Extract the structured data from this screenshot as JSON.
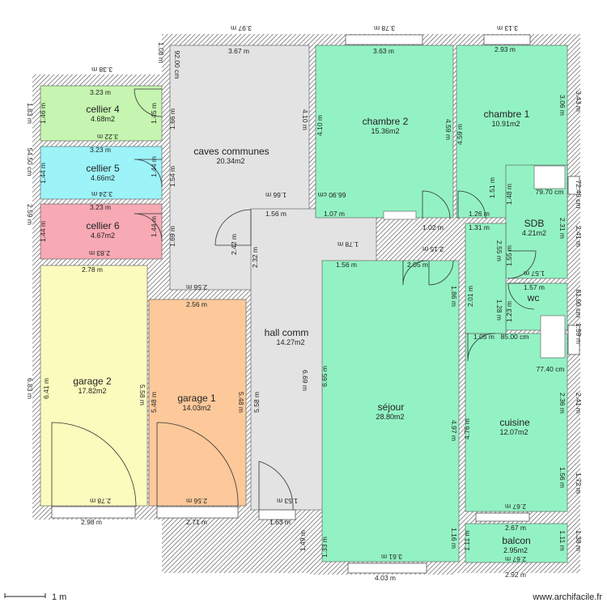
{
  "colors": {
    "wall_hatch": "#555555",
    "cellier4": "#c5f5b0",
    "cellier5": "#9cf3f8",
    "cellier6": "#f7a9b4",
    "garage2": "#fbfbbd",
    "garage1": "#fdc99a",
    "communes": "#e3e3e3",
    "living": "#93f2c4"
  },
  "rooms": {
    "cellier4": {
      "name": "cellier 4",
      "area": "4.68m2"
    },
    "cellier5": {
      "name": "cellier 5",
      "area": "4.66m2"
    },
    "cellier6": {
      "name": "cellier 6",
      "area": "4.67m2"
    },
    "caves": {
      "name": "caves communes",
      "area": "20.34m2"
    },
    "chambre2": {
      "name": "chambre 2",
      "area": "15.36m2"
    },
    "chambre1": {
      "name": "chambre 1",
      "area": "10.91m2"
    },
    "sdb": {
      "name": "SDB",
      "area": "4.21m2"
    },
    "wc": {
      "name": "wc",
      "area": ""
    },
    "hall": {
      "name": "hall comm",
      "area": "14.27m2"
    },
    "garage2": {
      "name": "garage 2",
      "area": "17.82m2"
    },
    "garage1": {
      "name": "garage 1",
      "area": "14.03m2"
    },
    "sejour": {
      "name": "séjour",
      "area": "28.80m2"
    },
    "cuisine": {
      "name": "cuisine",
      "area": "12.07m2"
    },
    "balcon": {
      "name": "balcon",
      "area": "2.95m2"
    }
  },
  "dims": {
    "top_397": "3.97 m",
    "top_378": "3.78 m",
    "top_313": "3.13 m",
    "top_367": "3.67 m",
    "top_363": "3.63 m",
    "top_293": "2.93 m",
    "c4_338": "3.38 m",
    "c4_323": "3.23 m",
    "c4_322": "3.22 m",
    "c5_323": "3.23 m",
    "c5_324": "3.24 m",
    "c6_323": "3.23 m",
    "c6_283": "2.83 m",
    "left_108": "1.08 m",
    "left_183": "1.83 m",
    "left_146": "1.46 m",
    "left_5450": "54.50 cm",
    "left_144a": "1.44 m",
    "left_259": "2.59 m",
    "left_144b": "1.44 m",
    "left_683": "6.83 m",
    "left_641": "6.41 m",
    "v_92cm": "92.00 cm",
    "v_145": "1.45 m",
    "v_166": "1.66 m",
    "v_144": "1.44 m",
    "v_154": "1.54 m",
    "v_144c": "1.44 m",
    "v_169": "1.69 m",
    "v_410a": "4.10 m",
    "v_410b": "4.10 m",
    "v_459a": "4.59 m",
    "v_459b": "4.59 m",
    "v_306": "3.06 m",
    "v_343": "3.43 m",
    "hall_166": "1.66 m",
    "hall_156": "1.56 m",
    "hall_107": "1.07 m",
    "hall_6690": "66.90 cm",
    "hall_242": "2.42 m",
    "hall_232": "2.32 m",
    "hall_178": "1.78 m",
    "hall_669": "6.69 m",
    "hall_558": "5.58 m",
    "g2_278a": "2.78 m",
    "g2_558": "5.58 m",
    "g2_278b": "2.78 m",
    "g2_298": "2.98 m",
    "g1_256a": "2.56 m",
    "g1_256b": "2.56 m",
    "g1_548a": "5.48 m",
    "g1_548b": "5.48 m",
    "g1_256c": "2.56 m",
    "g1_271": "2.71 m",
    "h_153": "1.53 m",
    "h_163": "1.63 m",
    "h_149": "1.49 m",
    "s_156": "1.56 m",
    "s_205": "2.05 m",
    "s_665": "6.65 m",
    "s_497": "4.97 m",
    "s_133": "1.33 m",
    "s_116": "1.16 m",
    "s_361": "3.61 m",
    "s_403": "4.03 m",
    "s_186": "1.86 m",
    "s_215": "2.15 m",
    "k_476": "4.76 m",
    "k_236": "2.36 m",
    "k_241": "2.41 m",
    "k_156": "1.56 m",
    "k_172": "1.72 m",
    "k_267": "2.67 m",
    "b_267a": "2.67 m",
    "b_111a": "1.11 m",
    "b_111b": "1.11 m",
    "b_267b": "2.67 m",
    "b_292": "2.92 m",
    "b_138": "1.38 m",
    "sdb_148": "1.48 m",
    "sdb_231": "2.31 m",
    "sdb_155": "1.55 m",
    "sdb_157a": "1.57 m",
    "sdb_157b": "1.57 m",
    "sdb_241": "2.41 m",
    "sdb_151": "1.51 m",
    "sdb_126": "1.26 m",
    "sdb_131": "1.31 m",
    "sdb_102": "1.02 m",
    "sdb_6970": "79.70 cm",
    "sdb_7240": "72.40 cm",
    "wc_128": "1.28 m",
    "wc_123": "1.23 m",
    "wc_105": "1.05 m",
    "wc_8500": "85.00 cm",
    "wc_8100": "81.00 cm",
    "wc_7740": "77.40 cm",
    "wc_201": "2.01 m",
    "r_159": "1.59 m",
    "r_255": "2.55 m"
  },
  "footer": {
    "scale": "1 m",
    "credit": "www.archifacile.fr"
  }
}
